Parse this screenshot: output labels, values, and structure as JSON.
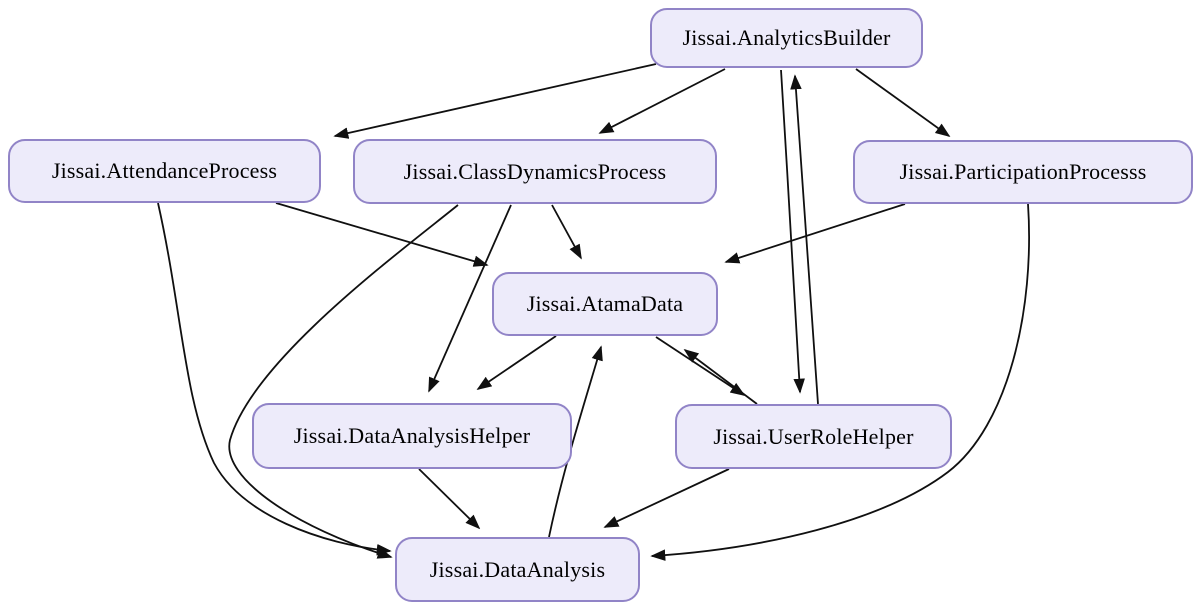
{
  "diagram": {
    "type": "directed-dependency-graph",
    "background_color": "#ffffff",
    "node_fill_color": "#edebfa",
    "node_border_color": "#9184c7",
    "node_text_color": "#000000",
    "edge_color": "#101010",
    "nodes": [
      {
        "id": "analytics-builder",
        "label": "Jissai.AnalyticsBuilder"
      },
      {
        "id": "attendance-process",
        "label": "Jissai.AttendanceProcess"
      },
      {
        "id": "class-dynamics-process",
        "label": "Jissai.ClassDynamicsProcess"
      },
      {
        "id": "participation-processs",
        "label": "Jissai.ParticipationProcesss"
      },
      {
        "id": "atama-data",
        "label": "Jissai.AtamaData"
      },
      {
        "id": "data-analysis-helper",
        "label": "Jissai.DataAnalysisHelper"
      },
      {
        "id": "user-role-helper",
        "label": "Jissai.UserRoleHelper"
      },
      {
        "id": "data-analysis",
        "label": "Jissai.DataAnalysis"
      }
    ],
    "edges": [
      {
        "from": "Jissai.AnalyticsBuilder",
        "to": "Jissai.AttendanceProcess"
      },
      {
        "from": "Jissai.AnalyticsBuilder",
        "to": "Jissai.ClassDynamicsProcess"
      },
      {
        "from": "Jissai.AnalyticsBuilder",
        "to": "Jissai.ParticipationProcesss"
      },
      {
        "from": "Jissai.AnalyticsBuilder",
        "to": "Jissai.UserRoleHelper"
      },
      {
        "from": "Jissai.UserRoleHelper",
        "to": "Jissai.AnalyticsBuilder"
      },
      {
        "from": "Jissai.AttendanceProcess",
        "to": "Jissai.AtamaData"
      },
      {
        "from": "Jissai.AttendanceProcess",
        "to": "Jissai.DataAnalysis"
      },
      {
        "from": "Jissai.ClassDynamicsProcess",
        "to": "Jissai.AtamaData"
      },
      {
        "from": "Jissai.ClassDynamicsProcess",
        "to": "Jissai.DataAnalysisHelper"
      },
      {
        "from": "Jissai.ClassDynamicsProcess",
        "to": "Jissai.DataAnalysis"
      },
      {
        "from": "Jissai.ParticipationProcesss",
        "to": "Jissai.AtamaData"
      },
      {
        "from": "Jissai.ParticipationProcesss",
        "to": "Jissai.DataAnalysis"
      },
      {
        "from": "Jissai.AtamaData",
        "to": "Jissai.DataAnalysisHelper"
      },
      {
        "from": "Jissai.AtamaData",
        "to": "Jissai.UserRoleHelper"
      },
      {
        "from": "Jissai.UserRoleHelper",
        "to": "Jissai.AtamaData"
      },
      {
        "from": "Jissai.DataAnalysisHelper",
        "to": "Jissai.DataAnalysis"
      },
      {
        "from": "Jissai.UserRoleHelper",
        "to": "Jissai.DataAnalysis"
      },
      {
        "from": "Jissai.DataAnalysis",
        "to": "Jissai.AtamaData"
      }
    ]
  }
}
